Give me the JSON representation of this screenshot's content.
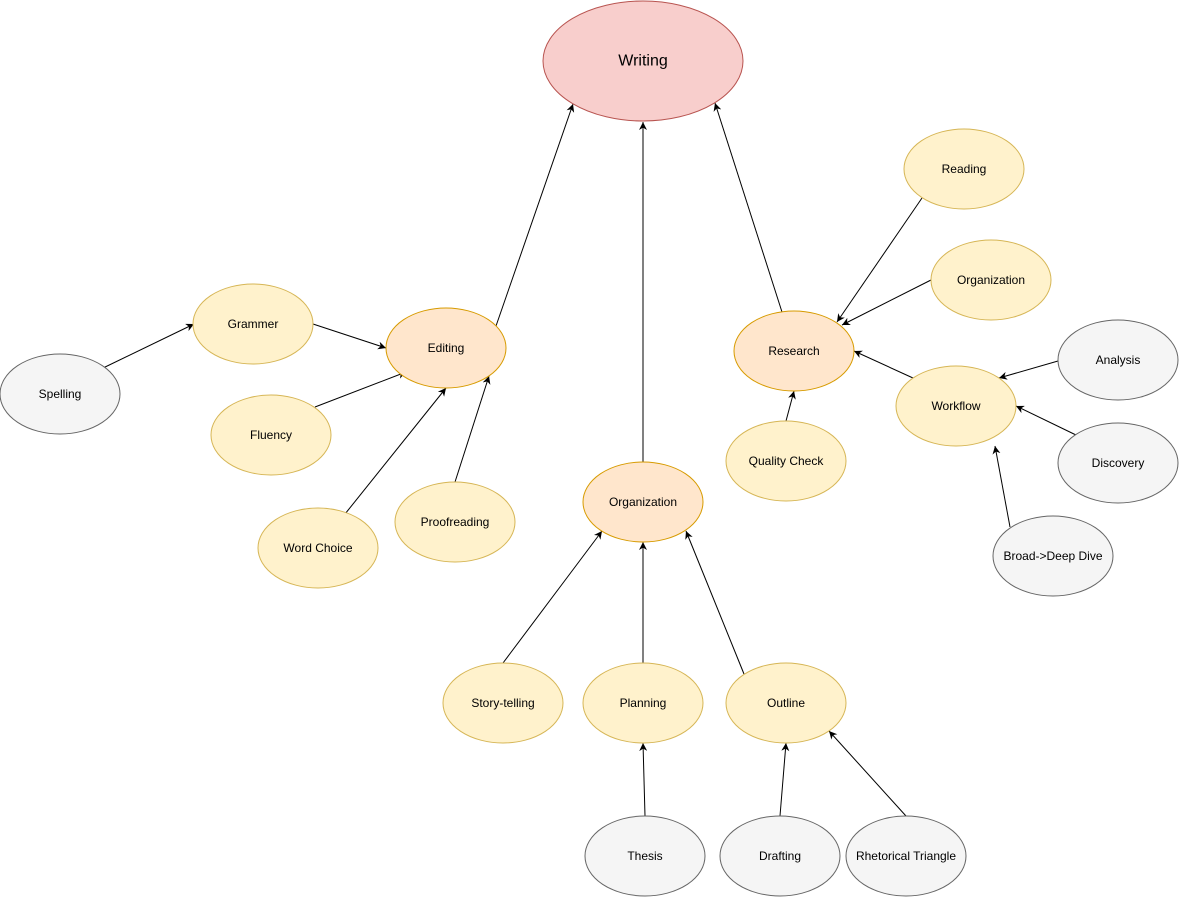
{
  "diagram": {
    "type": "concept-map",
    "styles": {
      "root": {
        "fill": "#f8cecc",
        "stroke": "#b85450"
      },
      "category": {
        "fill": "#ffe6cc",
        "stroke": "#d79b00"
      },
      "topic": {
        "fill": "#fff2cc",
        "stroke": "#d6b656"
      },
      "detail": {
        "fill": "#f5f5f5",
        "stroke": "#666666"
      }
    },
    "nodes": [
      {
        "id": "writing",
        "label": "Writing",
        "style": "root"
      },
      {
        "id": "editing",
        "label": "Editing",
        "style": "category"
      },
      {
        "id": "organization-main",
        "label": "Organization",
        "style": "category"
      },
      {
        "id": "research",
        "label": "Research",
        "style": "category"
      },
      {
        "id": "grammer",
        "label": "Grammer",
        "style": "topic"
      },
      {
        "id": "fluency",
        "label": "Fluency",
        "style": "topic"
      },
      {
        "id": "word-choice",
        "label": "Word Choice",
        "style": "topic"
      },
      {
        "id": "proofreading",
        "label": "Proofreading",
        "style": "topic"
      },
      {
        "id": "spelling",
        "label": "Spelling",
        "style": "detail"
      },
      {
        "id": "story-telling",
        "label": "Story-telling",
        "style": "topic"
      },
      {
        "id": "planning",
        "label": "Planning",
        "style": "topic"
      },
      {
        "id": "outline",
        "label": "Outline",
        "style": "topic"
      },
      {
        "id": "thesis",
        "label": "Thesis",
        "style": "detail"
      },
      {
        "id": "drafting",
        "label": "Drafting",
        "style": "detail"
      },
      {
        "id": "rhetorical-triangle",
        "label": "Rhetorical Triangle",
        "style": "detail"
      },
      {
        "id": "reading",
        "label": "Reading",
        "style": "topic"
      },
      {
        "id": "organization-research",
        "label": "Organization",
        "style": "topic"
      },
      {
        "id": "quality-check",
        "label": "Quality Check",
        "style": "topic"
      },
      {
        "id": "workflow",
        "label": "Workflow",
        "style": "topic"
      },
      {
        "id": "analysis",
        "label": "Analysis",
        "style": "detail"
      },
      {
        "id": "discovery",
        "label": "Discovery",
        "style": "detail"
      },
      {
        "id": "broad-deep-dive",
        "label": "Broad->Deep Dive",
        "style": "detail"
      }
    ],
    "edges": [
      {
        "from": "editing",
        "to": "writing"
      },
      {
        "from": "organization-main",
        "to": "writing"
      },
      {
        "from": "research",
        "to": "writing"
      },
      {
        "from": "grammer",
        "to": "editing"
      },
      {
        "from": "spelling",
        "to": "grammer"
      },
      {
        "from": "fluency",
        "to": "editing"
      },
      {
        "from": "word-choice",
        "to": "editing"
      },
      {
        "from": "proofreading",
        "to": "editing"
      },
      {
        "from": "story-telling",
        "to": "organization-main"
      },
      {
        "from": "planning",
        "to": "organization-main"
      },
      {
        "from": "outline",
        "to": "organization-main"
      },
      {
        "from": "thesis",
        "to": "planning"
      },
      {
        "from": "drafting",
        "to": "outline"
      },
      {
        "from": "rhetorical-triangle",
        "to": "outline"
      },
      {
        "from": "reading",
        "to": "research"
      },
      {
        "from": "organization-research",
        "to": "research"
      },
      {
        "from": "quality-check",
        "to": "research"
      },
      {
        "from": "workflow",
        "to": "research"
      },
      {
        "from": "analysis",
        "to": "workflow"
      },
      {
        "from": "discovery",
        "to": "workflow"
      },
      {
        "from": "broad-deep-dive",
        "to": "workflow"
      }
    ]
  }
}
